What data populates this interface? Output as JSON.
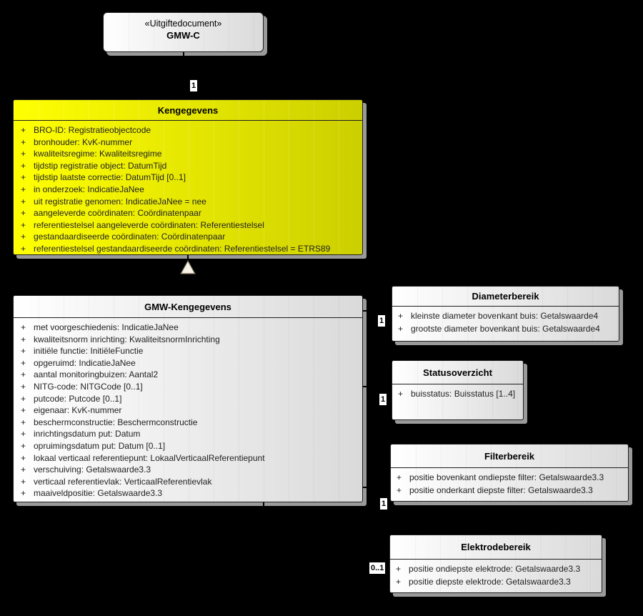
{
  "colors": {
    "background": "#000000",
    "highlight_class_fill_left": "#ffff03",
    "highlight_class_fill_right": "#cccf00",
    "class_fill_left": "#ffffff",
    "class_fill_right": "#dadada",
    "drop_shadow": "#9a9a9a",
    "border": "#1e1e1e"
  },
  "boxes": {
    "gmwc": {
      "stereotype": "«Uitgiftedocument»",
      "name": "GMW-C"
    },
    "kengegevens": {
      "name": "Kengegevens",
      "attributes": [
        {
          "vis": "+",
          "text": "BRO-ID: Registratieobjectcode"
        },
        {
          "vis": "+",
          "text": "bronhouder: KvK-nummer"
        },
        {
          "vis": "+",
          "text": "kwaliteitsregime: Kwaliteitsregime"
        },
        {
          "vis": "+",
          "text": "tijdstip registratie object: DatumTijd"
        },
        {
          "vis": "+",
          "text": "tijdstip laatste correctie: DatumTijd [0..1]"
        },
        {
          "vis": "+",
          "text": "in onderzoek: IndicatieJaNee"
        },
        {
          "vis": "+",
          "text": "uit registratie genomen: IndicatieJaNee = nee"
        },
        {
          "vis": "+",
          "text": "aangeleverde coördinaten: Coördinatenpaar"
        },
        {
          "vis": "+",
          "text": "referentiestelsel aangeleverde coördinaten: Referentiestelsel"
        },
        {
          "vis": "+",
          "text": "gestandaardiseerde coördinaten: Coördinatenpaar"
        },
        {
          "vis": "+",
          "text": "referentiestelsel gestandaardiseerde coördinaten: Referentiestelsel = ETRS89"
        }
      ]
    },
    "gmw_kengegevens": {
      "name": "GMW-Kengegevens",
      "attributes": [
        {
          "vis": "+",
          "text": "met voorgeschiedenis: IndicatieJaNee"
        },
        {
          "vis": "+",
          "text": "kwaliteitsnorm inrichting: KwaliteitsnormInrichting"
        },
        {
          "vis": "+",
          "text": "initiële functie: InitiëleFunctie"
        },
        {
          "vis": "+",
          "text": "opgeruimd: IndicatieJaNee"
        },
        {
          "vis": "+",
          "text": "aantal monitoringbuizen: Aantal2"
        },
        {
          "vis": "+",
          "text": "NITG-code: NITGCode [0..1]"
        },
        {
          "vis": "+",
          "text": "putcode: Putcode [0..1]"
        },
        {
          "vis": "+",
          "text": "eigenaar: KvK-nummer"
        },
        {
          "vis": "+",
          "text": "beschermconstructie: Beschermconstructie"
        },
        {
          "vis": "+",
          "text": "inrichtingsdatum put: Datum"
        },
        {
          "vis": "+",
          "text": "opruimingsdatum put: Datum [0..1]"
        },
        {
          "vis": "+",
          "text": "lokaal verticaal referentiepunt: LokaalVerticaalReferentiepunt"
        },
        {
          "vis": "+",
          "text": "verschuiving: Getalswaarde3.3"
        },
        {
          "vis": "+",
          "text": "verticaal referentievlak: VerticaalReferentievlak"
        },
        {
          "vis": "+",
          "text": "maaiveldpositie: Getalswaarde3.3"
        }
      ]
    },
    "diameterbereik": {
      "name": "Diameterbereik",
      "attributes": [
        {
          "vis": "+",
          "text": "kleinste diameter bovenkant buis: Getalswaarde4"
        },
        {
          "vis": "+",
          "text": "grootste diameter bovenkant buis: Getalswaarde4"
        }
      ]
    },
    "statusoverzicht": {
      "name": "Statusoverzicht",
      "attributes": [
        {
          "vis": "+",
          "text": "buisstatus: Buisstatus [1..4]"
        }
      ]
    },
    "filterbereik": {
      "name": "Filterbereik",
      "attributes": [
        {
          "vis": "+",
          "text": "positie bovenkant ondiepste filter: Getalswaarde3.3"
        },
        {
          "vis": "+",
          "text": "positie onderkant diepste filter: Getalswaarde3.3"
        }
      ]
    },
    "elektrodebereik": {
      "name": "Elektrodebereik",
      "attributes": [
        {
          "vis": "+",
          "text": "positie ondiepste elektrode: Getalswaarde3.3"
        },
        {
          "vis": "+",
          "text": "positie diepste elektrode: Getalswaarde3.3"
        }
      ]
    }
  },
  "labels": {
    "to_kengegevens": "1",
    "to_diameterbereik": "1",
    "to_statusoverzicht": "1",
    "to_filterbereik": "1",
    "to_elektrodebereik": "0..1"
  }
}
